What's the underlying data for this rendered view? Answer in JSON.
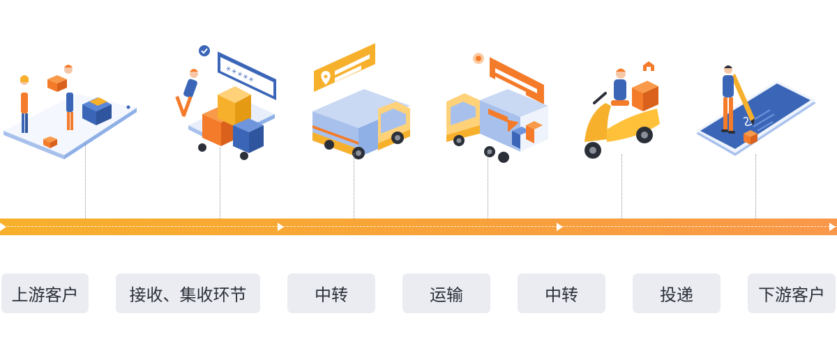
{
  "stages": [
    {
      "label": "上游客户",
      "icon": "upstream-customer-icon"
    },
    {
      "label": "接收、集收环节",
      "icon": "receiving-collection-icon"
    },
    {
      "label": "中转",
      "icon": "transit-truck-icon"
    },
    {
      "label": "运输",
      "icon": "transport-unloading-icon"
    },
    {
      "label": "中转",
      "icon": "delivery-scooter-icon"
    },
    {
      "label": "投递",
      "icon": "delivery-signature-icon"
    },
    {
      "label": "下游客户",
      "icon": null
    }
  ],
  "colors": {
    "orange": "#f47b2a",
    "yellow": "#f7b02c",
    "blue": "#3b66b8",
    "light_blue": "#a8c1ec",
    "label_bg": "#eaecf2",
    "label_text": "#2b2f38"
  }
}
